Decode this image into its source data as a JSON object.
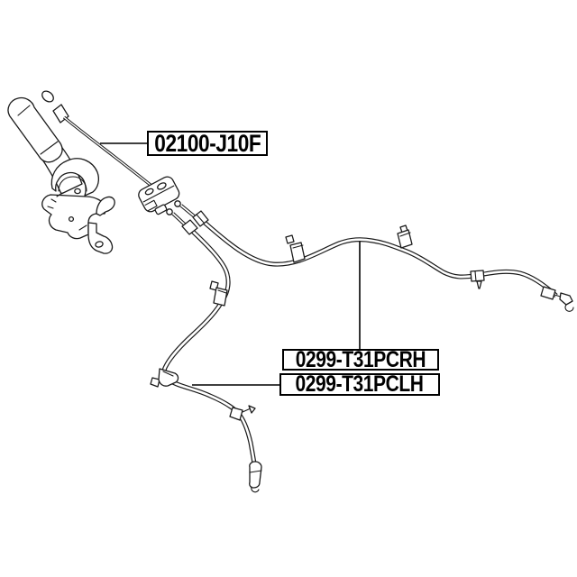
{
  "diagram": {
    "background_color": "#ffffff",
    "line_color": "#1a1a1a",
    "label_style": {
      "border_color": "#000000",
      "text_color": "#000000",
      "fill_color": "#ffffff"
    },
    "labels": [
      {
        "id": "front-cable",
        "part_number": "02100-J10F"
      },
      {
        "id": "rear-cable-right",
        "part_number": "0299-T31PCRH"
      },
      {
        "id": "rear-cable-left",
        "part_number": "0299-T31PCLH"
      }
    ]
  }
}
